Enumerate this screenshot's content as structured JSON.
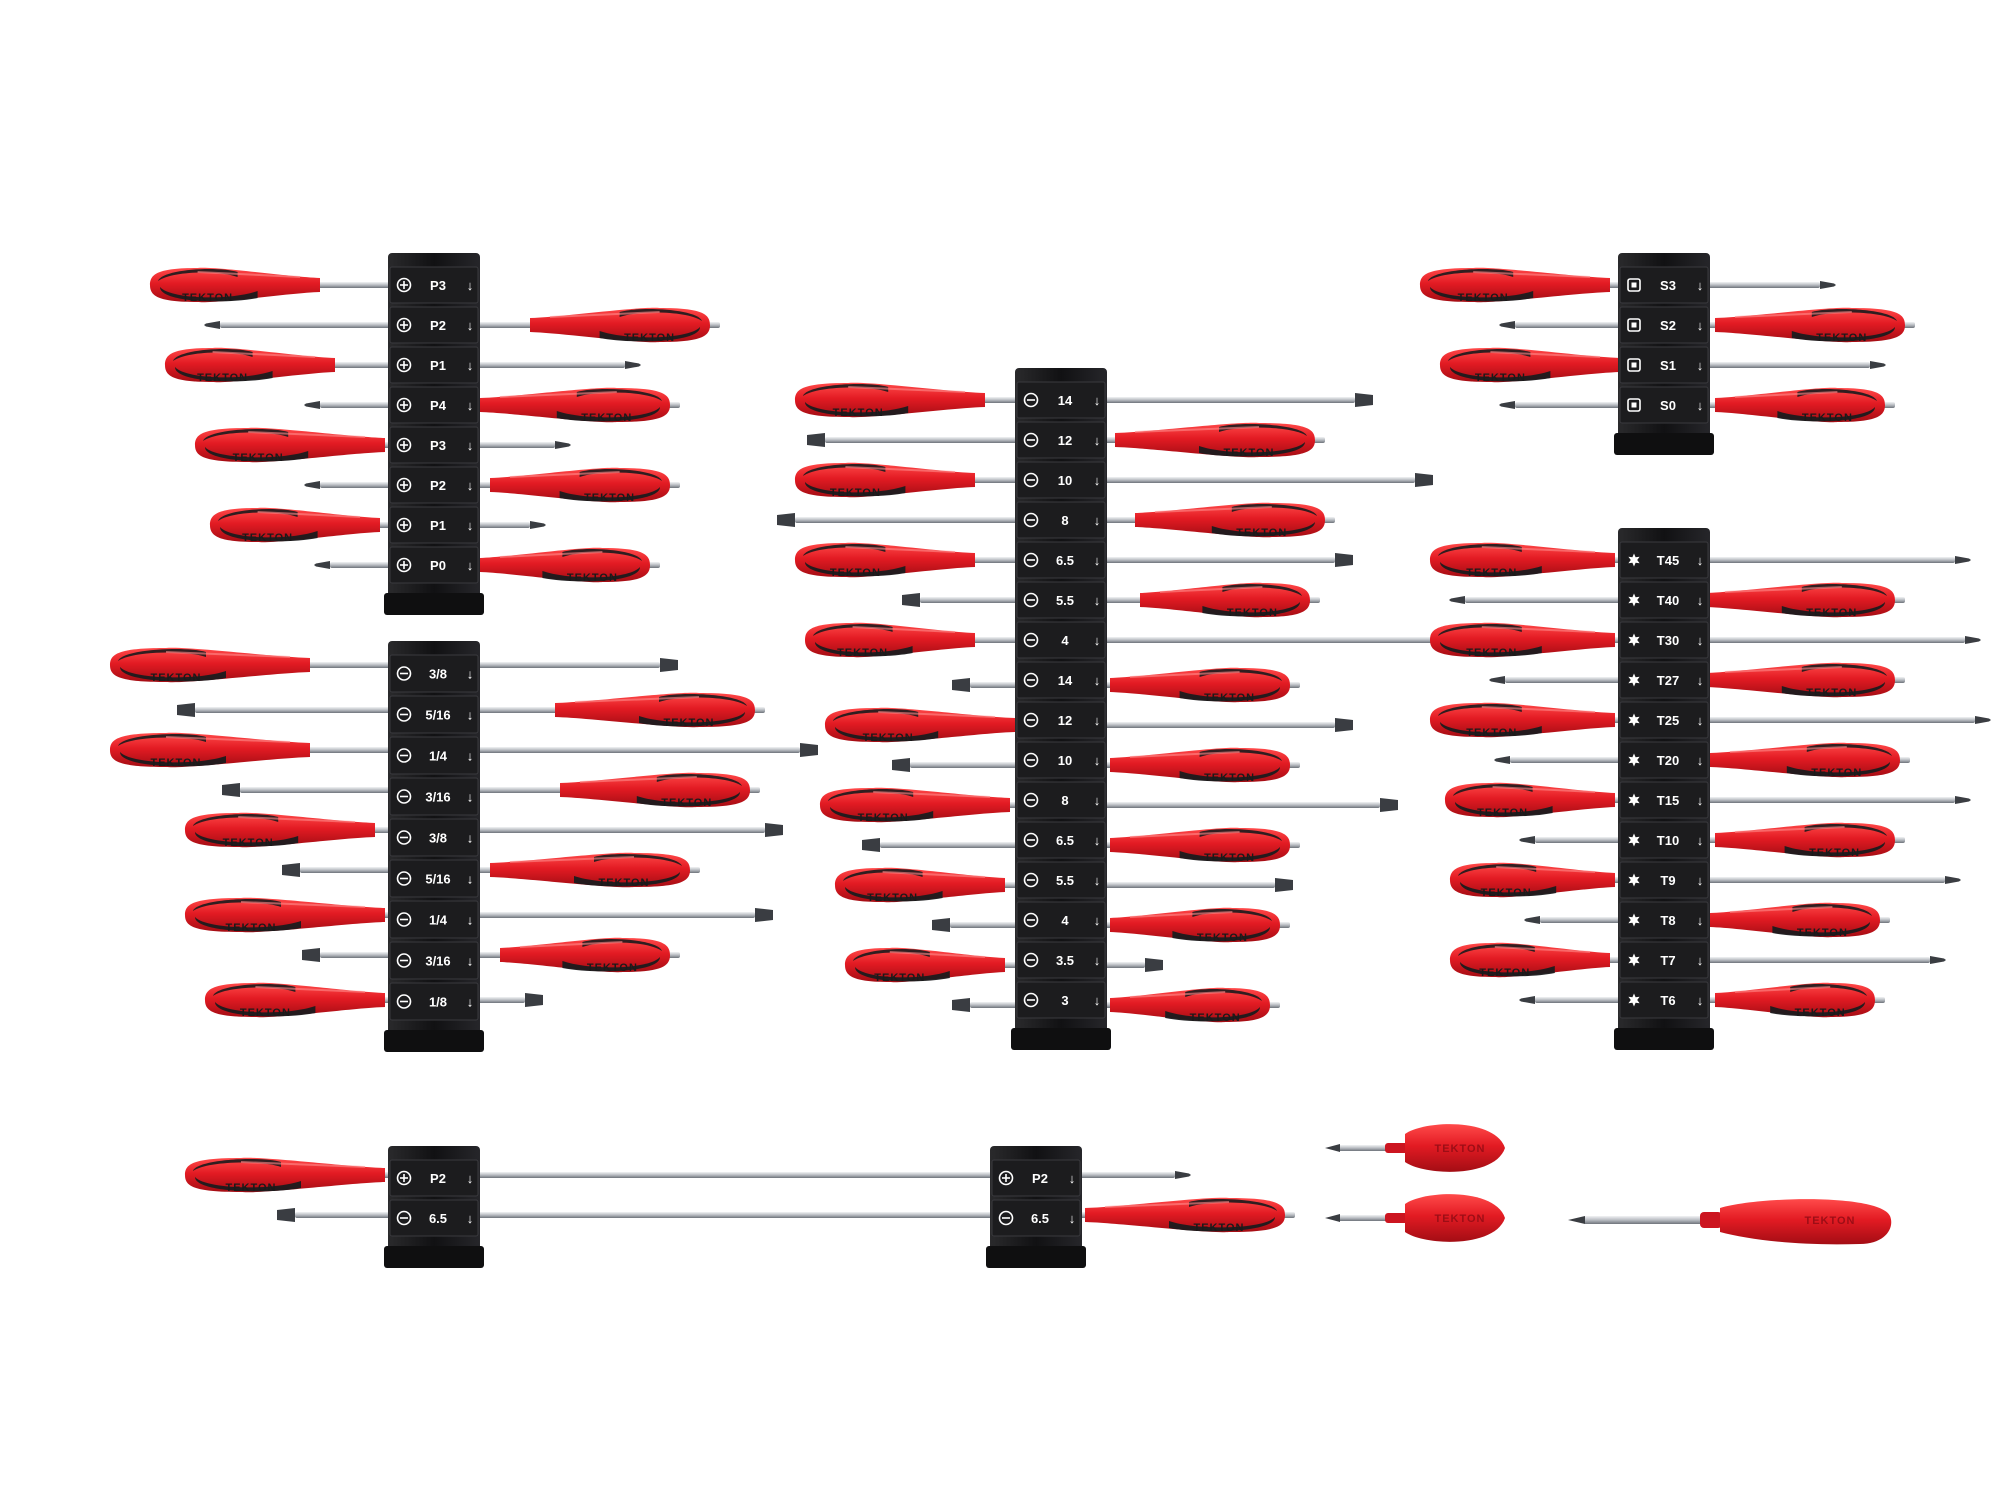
{
  "brand": "TEKTON",
  "colors": {
    "handle": "#e01f2b",
    "grip": "#1b1b1d",
    "rack": "#1a1a1a",
    "shaft": "#c9cdd2",
    "background": "#ffffff"
  },
  "racks": [
    {
      "name": "phillips",
      "icon": "phillips-icon",
      "labels": [
        "P3",
        "P2",
        "P1",
        "P4",
        "P3",
        "P2",
        "P1",
        "P0"
      ]
    },
    {
      "name": "slotted-fractional",
      "icon": "slotted-icon",
      "labels": [
        "3/8",
        "5/16",
        "1/4",
        "3/16",
        "3/8",
        "5/16",
        "1/4",
        "3/16",
        "1/8"
      ]
    },
    {
      "name": "slotted-metric",
      "icon": "slotted-icon",
      "labels": [
        "14",
        "12",
        "10",
        "8",
        "6.5",
        "5.5",
        "4",
        "14",
        "12",
        "10",
        "8",
        "6.5",
        "5.5",
        "4",
        "3.5",
        "3"
      ]
    },
    {
      "name": "square",
      "icon": "square-drive-icon",
      "labels": [
        "S3",
        "S2",
        "S1",
        "S0"
      ]
    },
    {
      "name": "torx",
      "icon": "torx-icon",
      "labels": [
        "T45",
        "T40",
        "T30",
        "T27",
        "T25",
        "T20",
        "T15",
        "T10",
        "T9",
        "T8",
        "T7",
        "T6"
      ]
    },
    {
      "name": "long-left",
      "icon": "mixed",
      "labels": [
        "P2",
        "6.5"
      ]
    },
    {
      "name": "long-right",
      "icon": "mixed",
      "labels": [
        "P2",
        "6.5"
      ]
    }
  ]
}
